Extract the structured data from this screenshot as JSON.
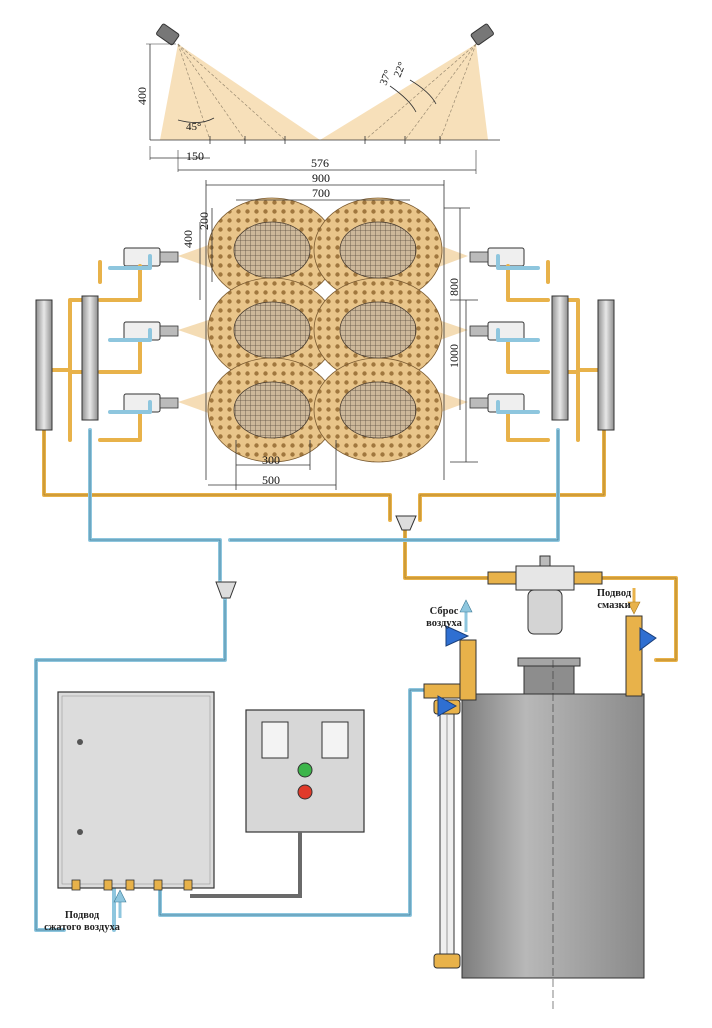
{
  "dimensions": {
    "nozzle_height": "400",
    "nozzle_offset": "150",
    "nozzle_spacing": "576",
    "angle_wide": "45°",
    "angle_mid": "37°",
    "angle_narrow": "22°",
    "coverage_width_total": "900",
    "coverage_width_inner": "700",
    "row_spacing_small": "200",
    "spray_height": "400",
    "coverage_height_inner": "800",
    "coverage_height_total": "1000",
    "ellipse_inner_width": "300",
    "ellipse_outer_width": "500"
  },
  "labels": {
    "air_release_line1": "Сброс",
    "air_release_line2": "воздуха",
    "lubricant_supply_line1": "Подвод",
    "lubricant_supply_line2": "смазки",
    "compressed_air_line1": "Подвод",
    "compressed_air_line2": "сжатого воздуха"
  },
  "colors": {
    "oil_line": "#e8b24a",
    "air_line": "#8ec6de",
    "spray_fan": "#f3d6a8",
    "cabinet": "#dcdcdc",
    "tank": "#9a9a9a",
    "indicator_green": "#3cb54a",
    "indicator_red": "#e03a2a",
    "valve_handle": "#2f6fd1"
  }
}
